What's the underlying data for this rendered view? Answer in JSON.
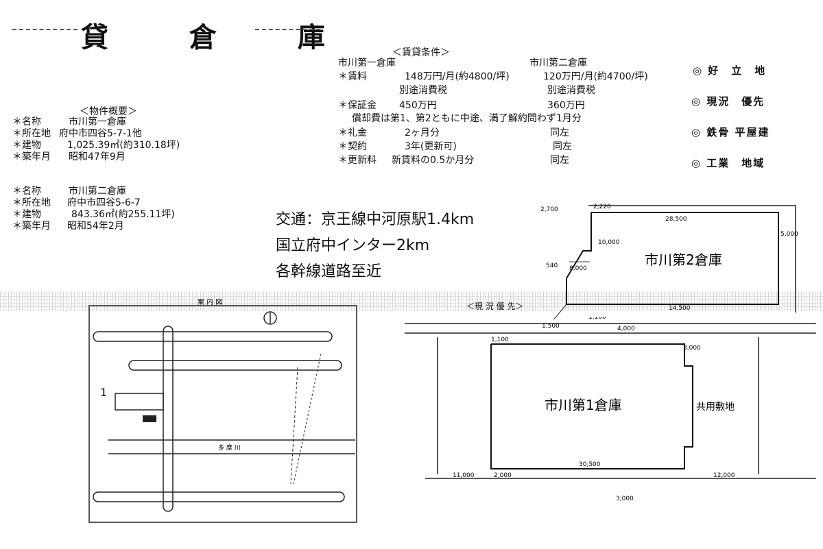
{
  "title": "貸 倉 庫",
  "conditions": {
    "heading": "＜賃貸条件＞",
    "warehouse1_name": "市川第一倉庫",
    "warehouse2_name": "市川第二倉庫",
    "rent_label": "＊賃料",
    "rent1": "148万円/月(約4800/坪)",
    "rent2": "120万円/月(約4700/坪)",
    "tax1": "別途消費税",
    "tax2": "別途消費税",
    "deposit_label": "＊保証金",
    "deposit1": "450万円",
    "deposit2": "360万円",
    "amortization_note": "償却費は第1、第2ともに中途、満了解約問わず1月分",
    "key_money_label": "＊礼金",
    "key_money1": "2ヶ月分",
    "key_money2": "同左",
    "contract_label": "＊契約",
    "contract1": "3年(更新可)",
    "contract2": "同左",
    "renewal_label": "＊更新料",
    "renewal1": "新賃料の0.5か月分",
    "renewal2": "同左"
  },
  "overview": {
    "heading": "＜物件概要＞",
    "property1": {
      "name_label": "＊名称",
      "name": "市川第一倉庫",
      "address_label": "＊所在地",
      "address": "府中市四谷5-7-1他",
      "building_label": "＊建物",
      "building": "1,025.39㎡(約310.18坪)",
      "built_label": "＊築年月",
      "built": "昭和47年9月"
    },
    "property2": {
      "name_label": "＊名称",
      "name": "市川第二倉庫",
      "address_label": "＊所在地",
      "address": "府中市四谷5-6-7",
      "building_label": "＊建物",
      "building": "843.36㎡(約255.11坪)",
      "built_label": "＊築年月",
      "built": "昭和54年2月"
    }
  },
  "features": [
    "◎ 好　立　地",
    "◎ 現況　優先",
    "◎ 鉄骨 平屋建",
    "◎ 工業　地域"
  ],
  "access": {
    "line1": "交通：京王線中河原駅1.4km",
    "line2": "国立府中インター2km",
    "line3": "各幹線道路至近"
  },
  "plans": {
    "warehouse2_label": "市川第2倉庫",
    "warehouse1_label": "市川第1倉庫",
    "shared_land_label": "共用敷地",
    "current_status": "＜現 況 優 先＞",
    "dims": {
      "d2700": "2,700",
      "d2220": "2,220",
      "d28500": "28,500",
      "d5000": "5,000",
      "d10000": "10,000",
      "d8000": "8,000",
      "d540": "540",
      "d14500": "14,500",
      "d1500": "1,500",
      "d1100": "1,100",
      "d4000": "4,000",
      "d3000": "3,000",
      "d30500": "30,500",
      "d11000": "11,000",
      "d2000": "2,000",
      "d12000": "12,000"
    }
  },
  "map": {
    "heading": "案 内 図",
    "marker_one": "1",
    "tamagawa": "多 摩 川"
  }
}
